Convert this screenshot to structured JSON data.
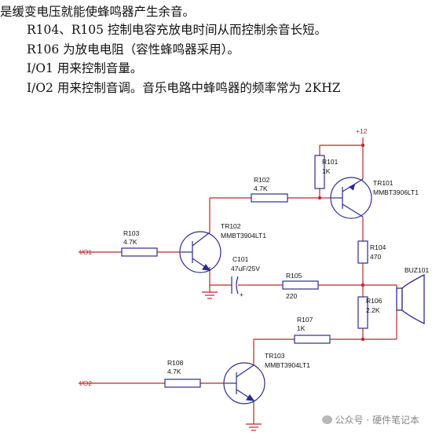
{
  "text_lines": [
    "是缓变电压就能使蜂鸣器产生余音。",
    "R104、R105 控制电容充放电时间从而控制余音长短。",
    "R106 为放电电阻（容性蜂鸣器采用）。",
    "I/O1 用来控制音量。",
    "I/O2 用来控制音调。音乐电路中蜂鸣器的频率常为 2KHZ"
  ],
  "schematic": {
    "supply": "+12",
    "components": {
      "r101_name": "R101",
      "r101_value": "1K",
      "r102_name": "R102",
      "r102_value": "4.7K",
      "r103_name": "R103",
      "r103_value": "4.7K",
      "r104_name": "R104",
      "r104_value": "470",
      "r105_name": "R105",
      "r105_value": "220",
      "r106_name": "R106",
      "r106_value": "2.2K",
      "r107_name": "R107",
      "r107_value": "1K",
      "r108_name": "R108",
      "r108_value": "4.7K",
      "c101_name": "C101",
      "c101_value": "47uF/25V",
      "c101_plus": "+",
      "tr101_name": "TR101",
      "tr101_part": "MMBT3906LT1",
      "tr102_name": "TR102",
      "tr102_part": "MMBT3904LT1",
      "tr103_name": "TR103",
      "tr103_part": "MMBT3904LT1",
      "buz_name": "BUZ101"
    },
    "ports": {
      "io1": "I/O1",
      "io2": "I/O2"
    }
  },
  "watermark": "公众号 · 硬件笔记本",
  "colors": {
    "wire": "#c0262b",
    "component": "#2b2d8e",
    "label": "#111111",
    "text": "#111111"
  }
}
